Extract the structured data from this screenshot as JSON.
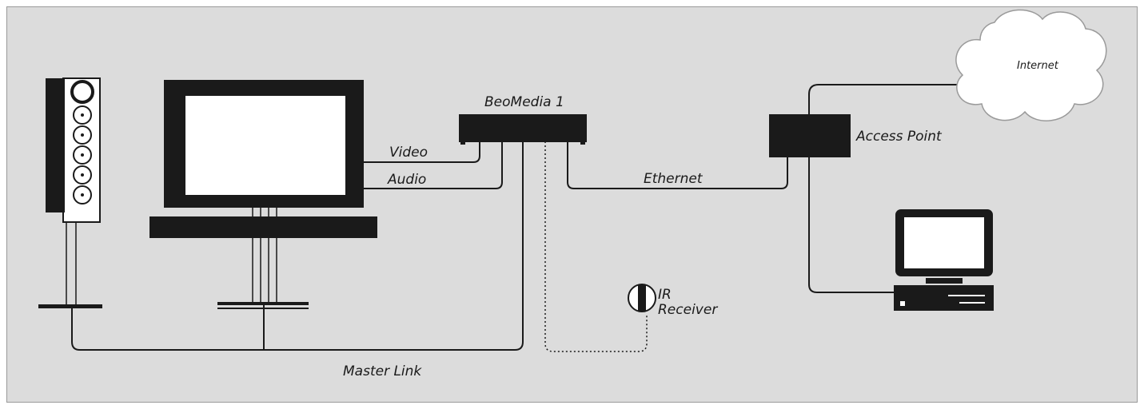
{
  "diagram": {
    "labels": {
      "beomedia": "BeoMedia 1",
      "video": "Video",
      "audio": "Audio",
      "ethernet": "Ethernet",
      "access_point": "Access Point",
      "internet": "Internet",
      "ir_line1": "IR",
      "ir_line2": "Receiver",
      "master_link": "Master Link"
    },
    "colors": {
      "background": "#dcdcdc",
      "frame": "#9a9a9a",
      "line": "#1a1a1a",
      "device_fill": "#ffffff",
      "cloud_fill": "#ffffff"
    },
    "icons": [
      "speaker-icon",
      "tv-icon",
      "box-icon",
      "access-point-icon",
      "cloud-icon",
      "computer-icon",
      "ir-receiver-icon"
    ]
  }
}
